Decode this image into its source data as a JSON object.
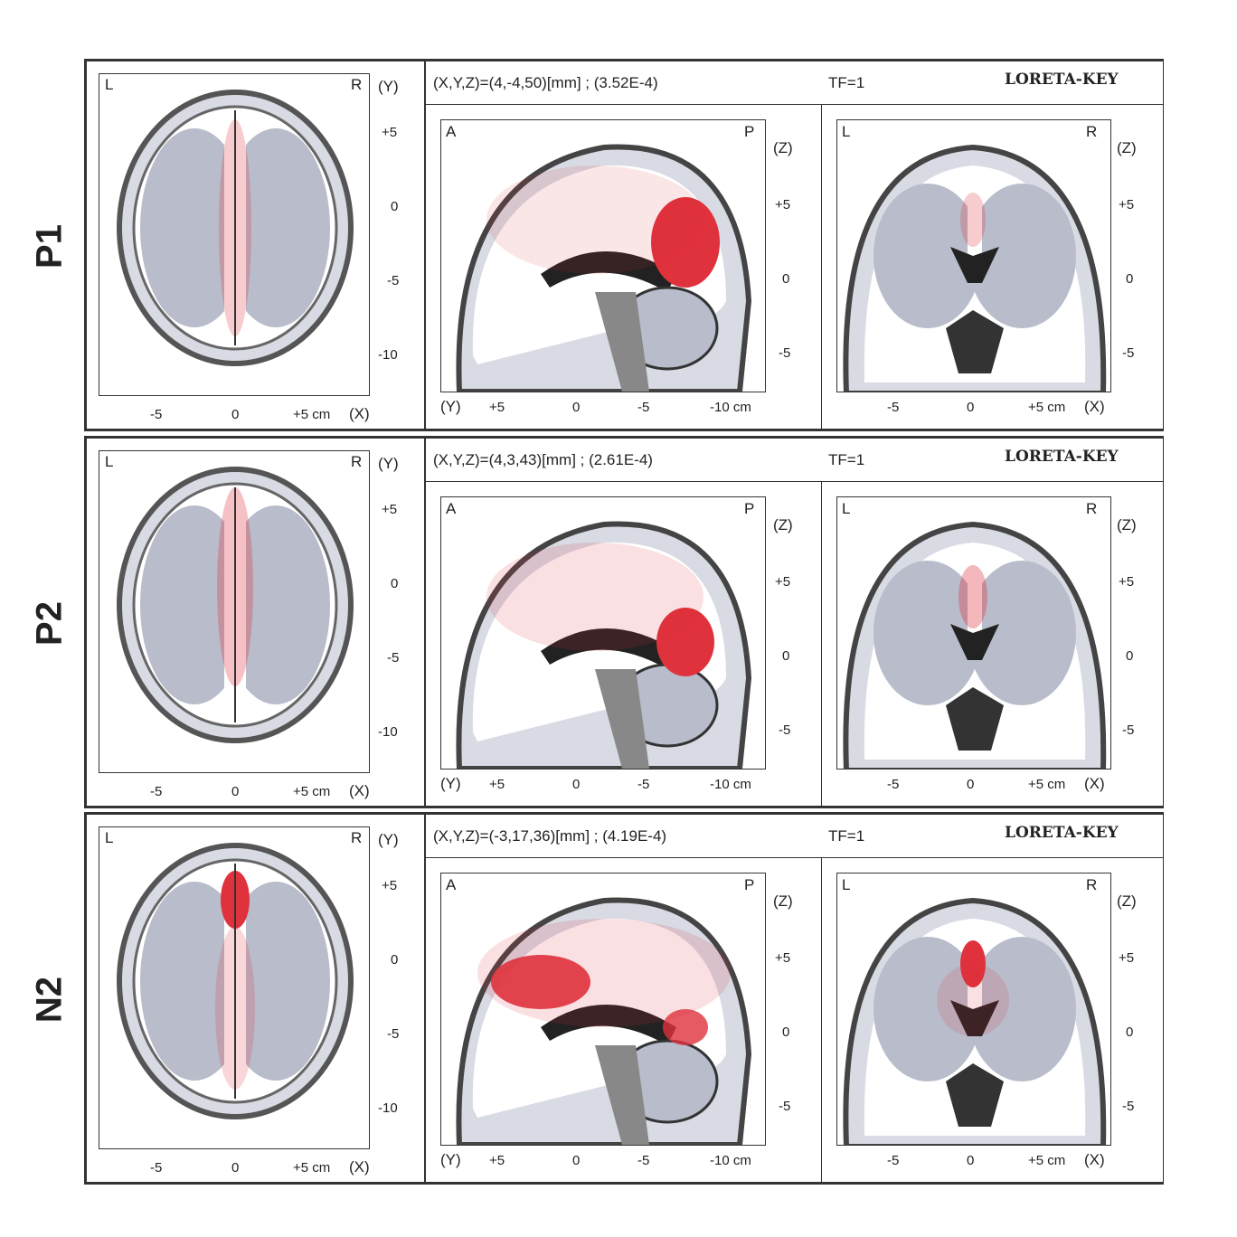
{
  "figure_rows": [
    {
      "label": "P1",
      "coords": "(X,Y,Z)=(4,-4,50)[mm] ; (3.52E-4)",
      "tf": "TF=1",
      "brand": "LORETA-KEY"
    },
    {
      "label": "P2",
      "coords": "(X,Y,Z)=(4,3,43)[mm] ; (2.61E-4)",
      "tf": "TF=1",
      "brand": "LORETA-KEY"
    },
    {
      "label": "N2",
      "coords": "(X,Y,Z)=(-3,17,36)[mm] ; (4.19E-4)",
      "tf": "TF=1",
      "brand": "LORETA-KEY"
    }
  ],
  "axial": {
    "left": "L",
    "right": "R",
    "y_axis": "(Y)",
    "y_ticks": [
      "+5",
      "0",
      "-5",
      "-10"
    ],
    "x_ticks": [
      "-5",
      "0",
      "+5 cm",
      "(X)"
    ]
  },
  "sagittal": {
    "left": "A",
    "right": "P",
    "z_axis": "(Z)",
    "z_ticks": [
      "+5",
      "0",
      "-5"
    ],
    "x_ticks": [
      "(Y)",
      "+5",
      "0",
      "-5",
      "-10 cm"
    ]
  },
  "coronal": {
    "left": "L",
    "right": "R",
    "z_axis": "(Z)",
    "z_ticks": [
      "+5",
      "0",
      "-5"
    ],
    "x_ticks": [
      "-5",
      "0",
      "+5 cm",
      "(X)"
    ]
  },
  "colors": {
    "activation": "#e0323c",
    "tissue": "#b8bccb"
  }
}
